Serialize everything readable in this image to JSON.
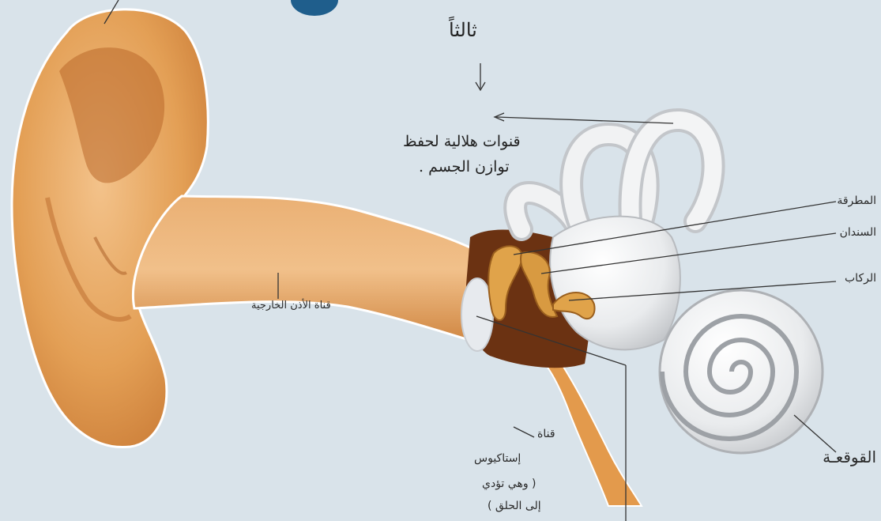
{
  "labels": {
    "hammer": "المطرقة",
    "anvil": "السندان",
    "stirrup": "الركاب",
    "cochlea": "القوقعـة",
    "ear_canal": "قناة الأذن الخارجية",
    "eustachian_line1": "قناة",
    "eustachian_line2": "إستاكيوس",
    "eustachian_line3": "( وهي تؤدي",
    "eustachian_line4": "إلى الحلق )"
  },
  "handwritten": {
    "third": "ثالثاً",
    "canals_line1": "قنوات هلالية لحفظ",
    "canals_line2": "توازن الجسم ."
  },
  "colors": {
    "background": "#d9e3ea",
    "skin": "#e5a45b",
    "skin_dark": "#b9682a",
    "bone_white": "#eceef0",
    "ossicle": "#e0a34a",
    "cavity": "#6b3212"
  }
}
